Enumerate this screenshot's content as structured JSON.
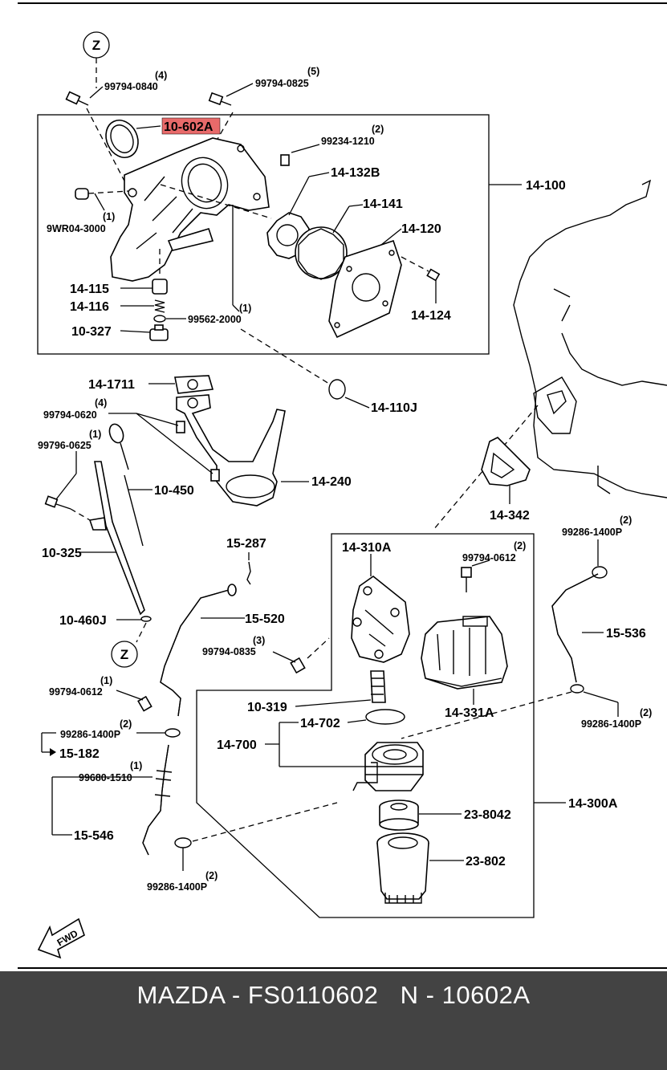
{
  "diagram": {
    "labels": {
      "z_top": "Z",
      "z_mid": "Z",
      "p99794_0840": "99794-0840",
      "q99794_0840": "(4)",
      "p99794_0825": "99794-0825",
      "q99794_0825": "(5)",
      "p10_602A": "10-602A",
      "p99234_1210": "99234-1210",
      "q99234_1210": "(2)",
      "p14_132B": "14-132B",
      "p14_100": "14-100",
      "p9WR04_3000": "9WR04-3000",
      "q9WR04_3000": "(1)",
      "p14_141": "14-141",
      "p14_120": "14-120",
      "p14_115": "14-115",
      "p14_116": "14-116",
      "p99562_2000": "99562-2000",
      "q99562_2000": "(1)",
      "p14_124": "14-124",
      "p10_327": "10-327",
      "p14_1711": "14-1711",
      "p14_110J": "14-110J",
      "p99794_0620": "99794-0620",
      "q99794_0620": "(4)",
      "p99796_0625": "99796-0625",
      "q99796_0625": "(1)",
      "p14_240": "14-240",
      "p10_450": "10-450",
      "p14_342": "14-342",
      "p15_287": "15-287",
      "p14_310A": "14-310A",
      "p99794_0612a": "99794-0612",
      "q99794_0612a": "(2)",
      "p99286_1400P_a": "99286-1400P",
      "q99286_1400P_a": "(2)",
      "p10_325": "10-325",
      "p15_520": "15-520",
      "p15_536": "15-536",
      "p10_460J": "10-460J",
      "p99794_0835": "99794-0835",
      "q99794_0835": "(3)",
      "p14_331A": "14-331A",
      "p99794_0612b": "99794-0612",
      "q99794_0612b": "(1)",
      "p10_319": "10-319",
      "p99286_1400P_b": "99286-1400P",
      "q99286_1400P_b": "(2)",
      "p99286_1400P_c": "99286-1400P",
      "q99286_1400P_c": "(2)",
      "p14_702": "14-702",
      "p15_182": "15-182",
      "p14_700": "14-700",
      "p99680_1510": "99680-1510",
      "q99680_1510": "(1)",
      "p14_300A": "14-300A",
      "p23_8042": "23-8042",
      "p15_546": "15-546",
      "p23_802": "23-802",
      "p99286_1400P_d": "99286-1400P",
      "q99286_1400P_d": "(2)",
      "fwd": "FWD"
    },
    "highlight_color": "#e86a6a"
  },
  "footer": {
    "text": "MAZDA - FS0110602   N - 10602A",
    "background": "#434343",
    "text_color": "#ffffff"
  }
}
